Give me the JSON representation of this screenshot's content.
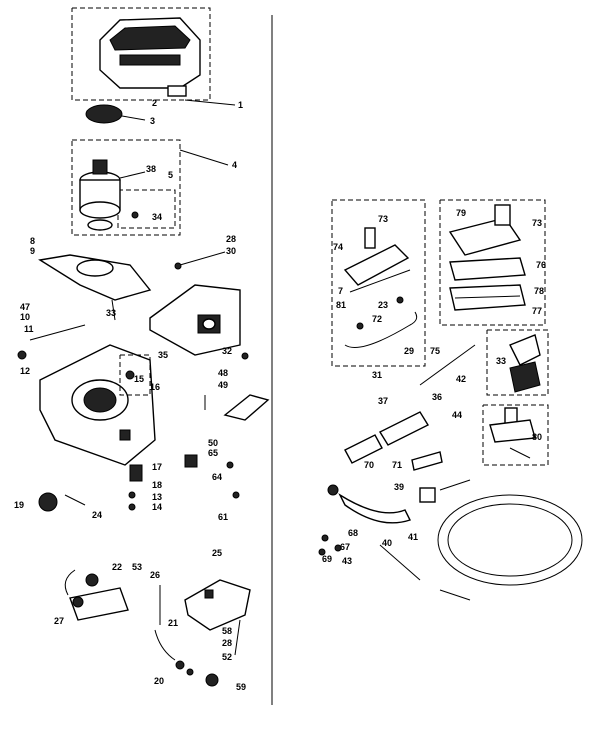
{
  "diagram": {
    "labels": [
      "1",
      "2",
      "3",
      "4",
      "38",
      "5",
      "34",
      "8",
      "9",
      "28",
      "30",
      "47",
      "10",
      "11",
      "33",
      "35",
      "12",
      "15",
      "16",
      "32",
      "48",
      "49",
      "17",
      "18",
      "13",
      "14",
      "19",
      "24",
      "50",
      "65",
      "64",
      "61",
      "22",
      "53",
      "27",
      "25",
      "26",
      "21",
      "58",
      "28",
      "52",
      "20",
      "59",
      "73",
      "74",
      "7",
      "81",
      "23",
      "72",
      "29",
      "31",
      "79",
      "73",
      "76",
      "78",
      "77",
      "75",
      "33",
      "42",
      "36",
      "44",
      "80",
      "37",
      "70",
      "71",
      "39",
      "40",
      "41",
      "68",
      "67",
      "69",
      "43"
    ]
  }
}
